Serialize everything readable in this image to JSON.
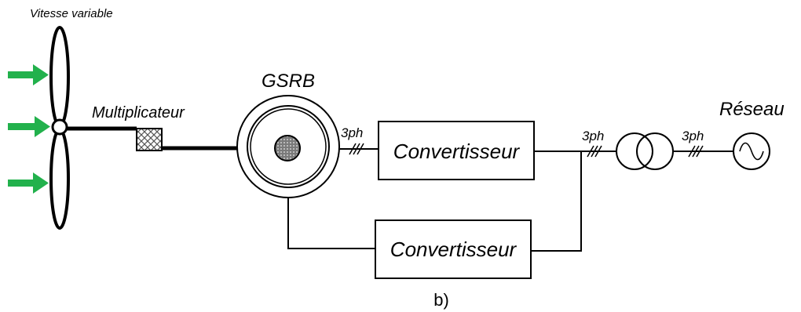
{
  "labels": {
    "turbine_speed": "Vitesse variable",
    "gearbox": "Multiplicateur",
    "generator": "GSRB",
    "converter_top": "Convertisseur",
    "converter_bottom": "Convertisseur",
    "phase_gen": "3ph",
    "phase_bus": "3ph",
    "phase_grid": "3ph",
    "grid": "Réseau",
    "caption": "b)"
  },
  "colors": {
    "wind_arrow": "#22b14c",
    "line": "#000000",
    "rotor_fill": "#888888"
  },
  "icons": {
    "grid_source": "ac-sine-icon",
    "transformer": "transformer-icon",
    "gearbox": "gearbox-hatched-icon"
  }
}
